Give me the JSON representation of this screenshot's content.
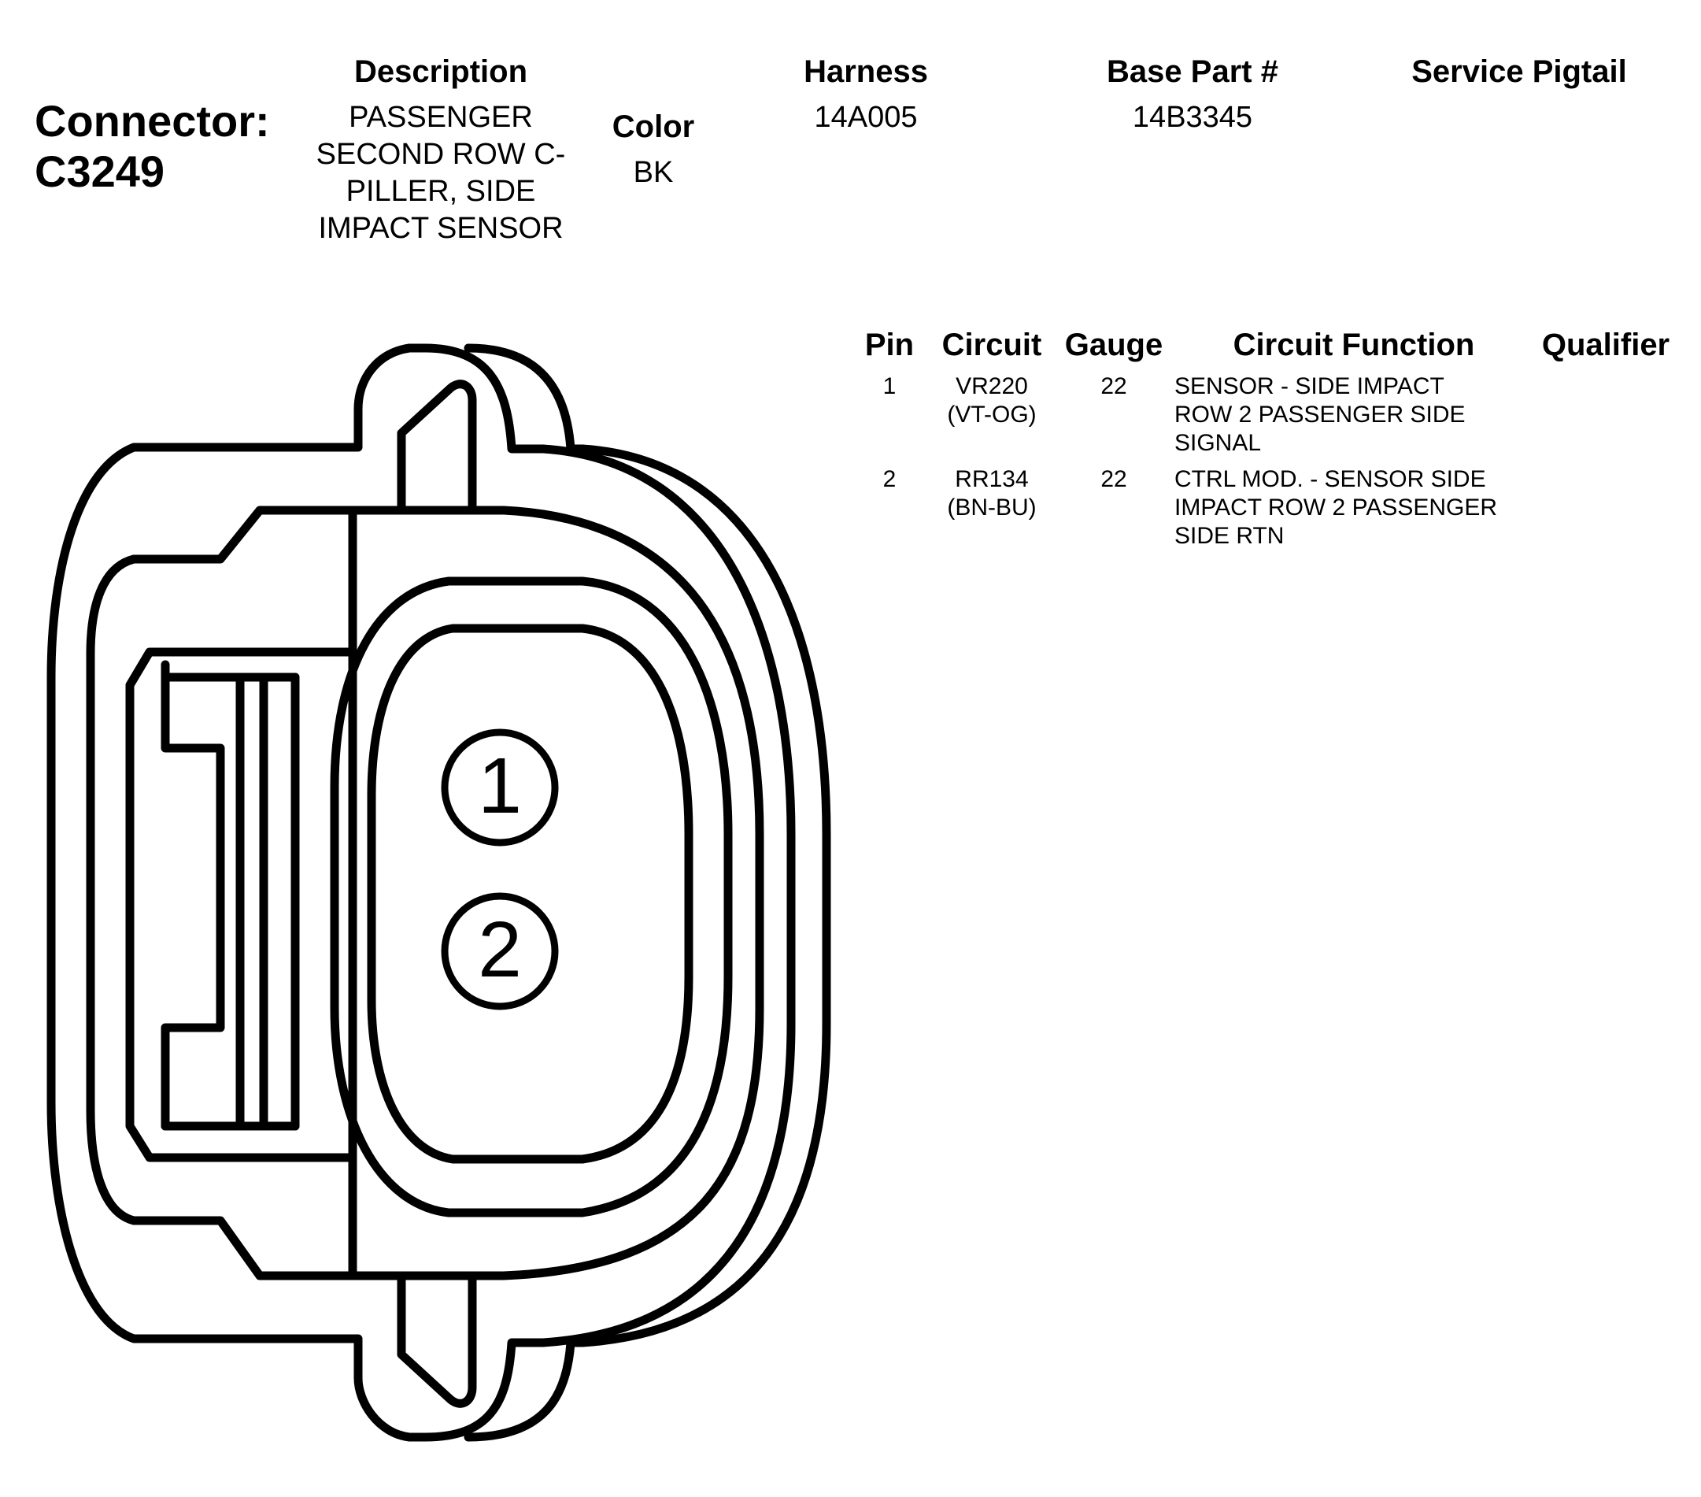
{
  "connector": {
    "label": "Connector:",
    "id": "C3249"
  },
  "headers": {
    "description": "Description",
    "color": "Color",
    "harness": "Harness",
    "base_part": "Base Part #",
    "service_pigtail": "Service Pigtail"
  },
  "values": {
    "description_lines": [
      "PASSENGER",
      "SECOND ROW C-",
      "PILLER, SIDE",
      "IMPACT SENSOR"
    ],
    "color": "BK",
    "harness": "14A005",
    "base_part": "14B3345",
    "service_pigtail": ""
  },
  "pin_table": {
    "columns": [
      "Pin",
      "Circuit",
      "Gauge",
      "Circuit Function",
      "Qualifier"
    ],
    "rows": [
      {
        "pin": "1",
        "circuit": [
          "VR220",
          "(VT-OG)"
        ],
        "gauge": "22",
        "function": [
          "SENSOR - SIDE IMPACT",
          "ROW 2 PASSENGER SIDE",
          "SIGNAL"
        ],
        "qualifier": ""
      },
      {
        "pin": "2",
        "circuit": [
          "RR134",
          "(BN-BU)"
        ],
        "gauge": "22",
        "function": [
          "CTRL MOD. - SENSOR SIDE",
          "IMPACT ROW 2 PASSENGER",
          "SIDE RTN"
        ],
        "qualifier": ""
      }
    ]
  },
  "diagram": {
    "pin_labels": [
      "1",
      "2"
    ],
    "stroke_color": "#000000",
    "fill_color": "#ffffff"
  }
}
